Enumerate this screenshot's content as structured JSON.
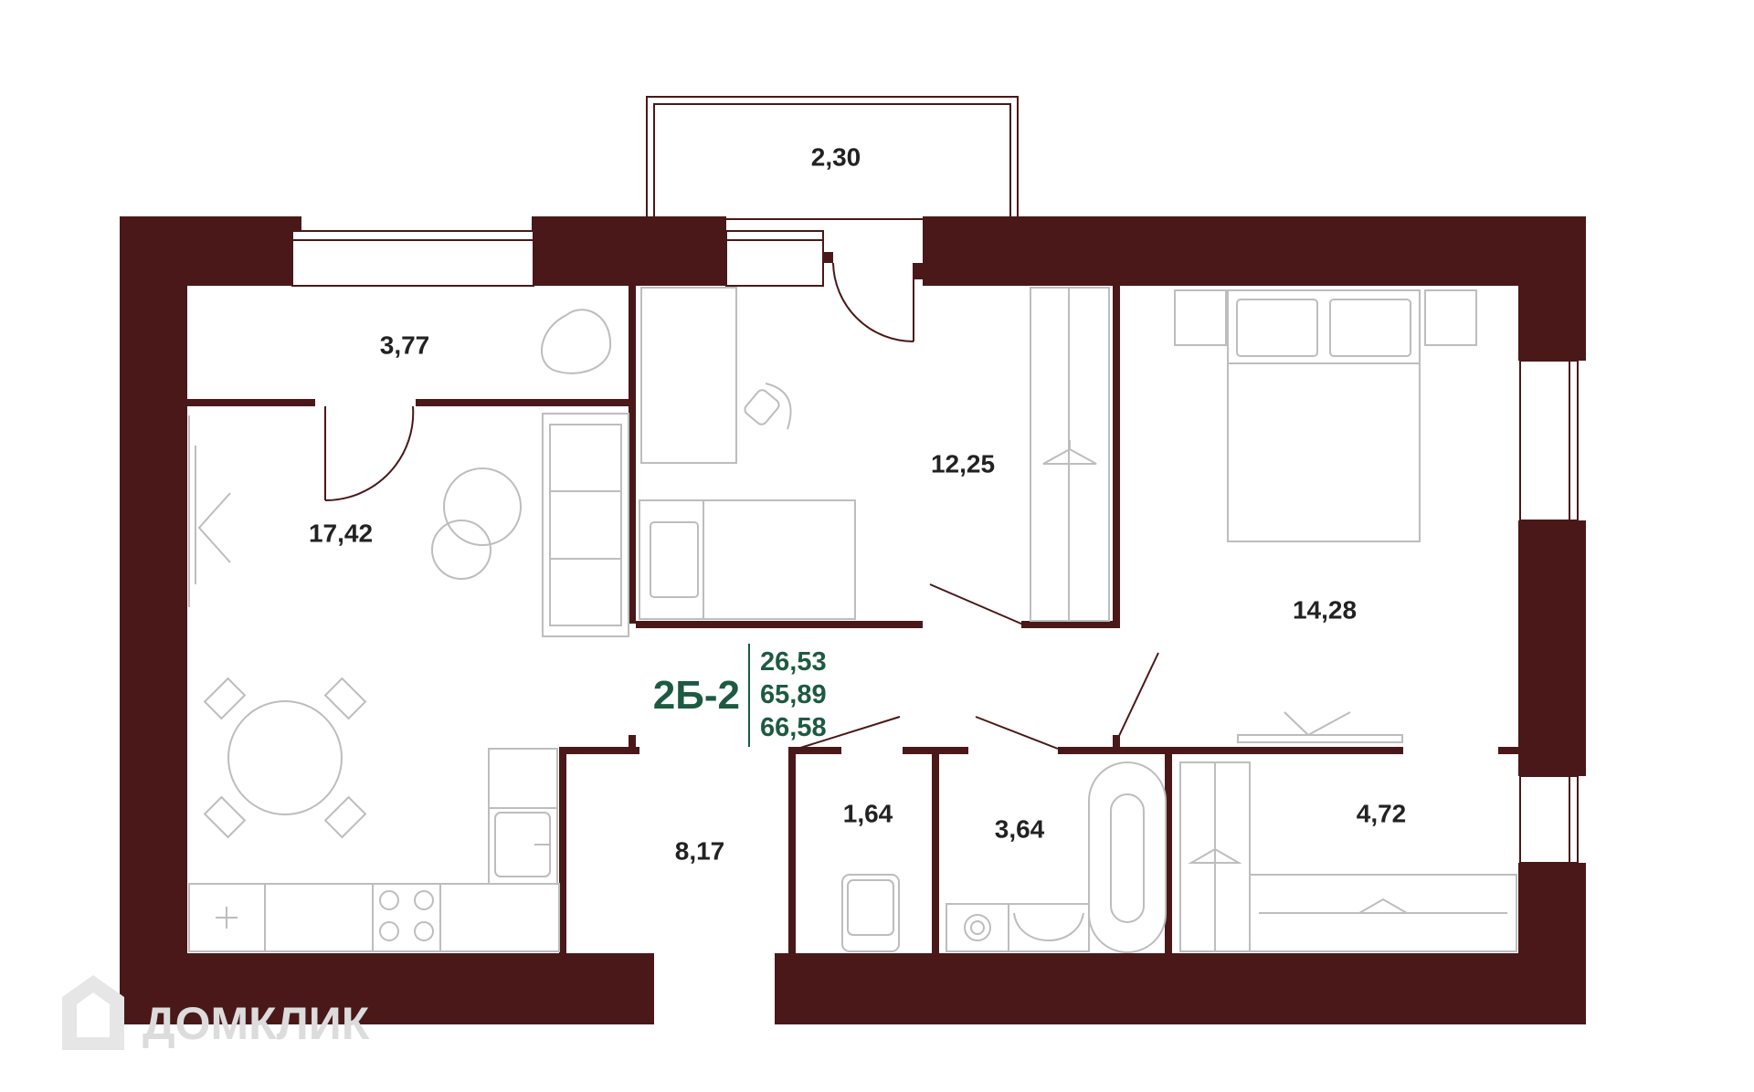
{
  "plan": {
    "apartment_code": "2Б-2",
    "areas": [
      "26,53",
      "65,89",
      "66,58"
    ],
    "rooms": [
      {
        "id": "balcony",
        "area": "2,30"
      },
      {
        "id": "closet",
        "area": "3,77"
      },
      {
        "id": "kitchen-living",
        "area": "17,42"
      },
      {
        "id": "children-room",
        "area": "12,25"
      },
      {
        "id": "bedroom",
        "area": "14,28"
      },
      {
        "id": "hallway",
        "area": "8,17"
      },
      {
        "id": "toilet",
        "area": "1,64"
      },
      {
        "id": "bathroom",
        "area": "3,64"
      },
      {
        "id": "wardrobe",
        "area": "4,72"
      }
    ],
    "colors": {
      "wall": "#4a1818",
      "accent": "#1d5a42",
      "furniture": "#bdbdbd",
      "label": "#222222"
    }
  },
  "watermark": {
    "text": "ДОМКЛИК",
    "icon": "house-logo-icon"
  }
}
